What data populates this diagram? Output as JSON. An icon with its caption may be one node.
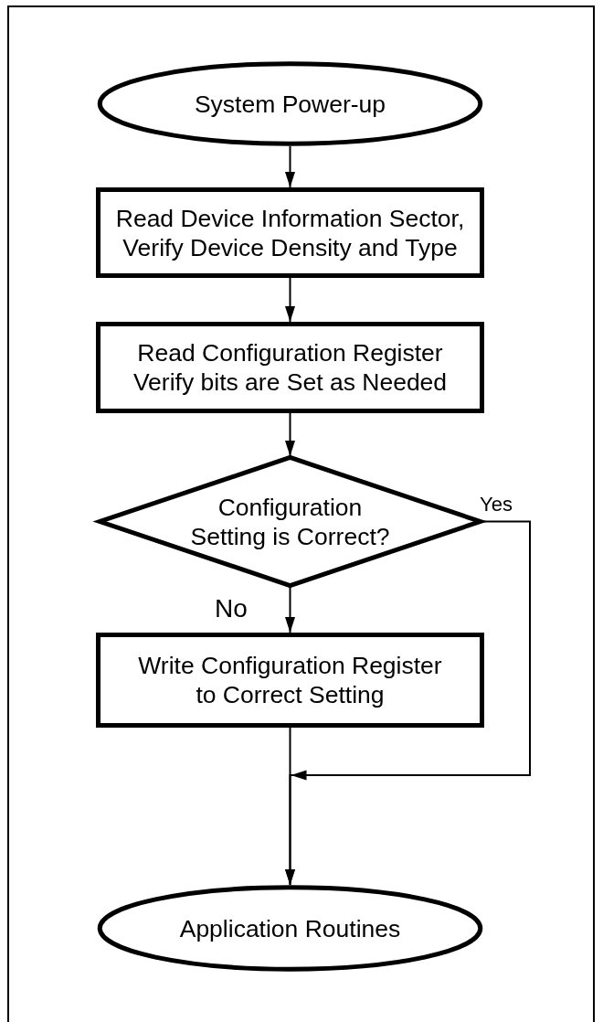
{
  "diagram": {
    "nodes": [
      {
        "text": [
          "System Power-up"
        ]
      },
      {
        "text": [
          "Read Device Information Sector, Verify Device Density and Type"
        ]
      },
      {
        "text": [
          "Read Configuration Register Verify bits are Set as Needed"
        ]
      },
      {
        "text": [
          "Configuration Setting is Correct?"
        ]
      },
      {
        "text": [
          "Write Configuration Register to Correct Setting"
        ]
      },
      {
        "text": [
          "Application Routines"
        ]
      }
    ],
    "edges": [
      {
        "from": 0,
        "to": 1,
        "arrow": "to"
      },
      {
        "from": 1,
        "to": 2,
        "arrow": "to"
      },
      {
        "from": 2,
        "to": 3,
        "arrow": "to"
      },
      {
        "from": 3,
        "to": 4,
        "arrow": "to",
        "label": "No"
      },
      {
        "from": 4,
        "to": 5,
        "arrow": "to"
      },
      {
        "from": 3,
        "to": 5,
        "arrow": "to",
        "label": "Yes"
      }
    ]
  }
}
